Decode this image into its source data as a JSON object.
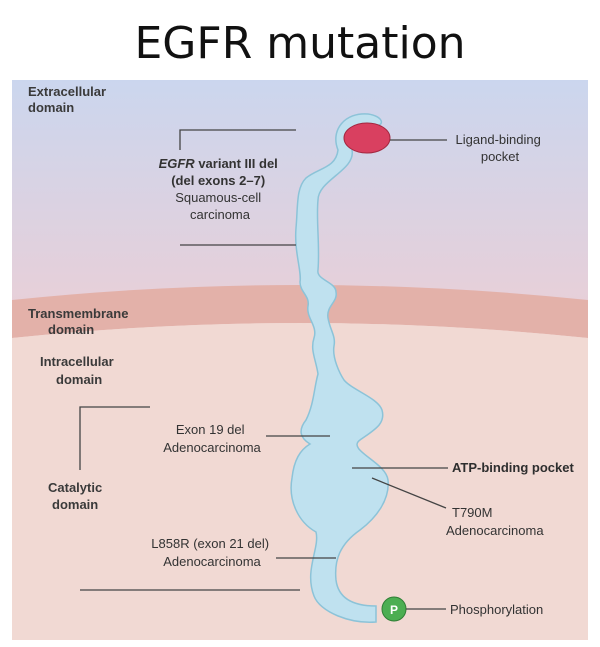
{
  "title": "EGFR mutation",
  "colors": {
    "extracellular_top": "#cbd6ee",
    "extracellular_bottom": "#e8cfd8",
    "membrane": "#e3b1a9",
    "intracellular": "#f1d9d3",
    "protein_fill": "#bfe1ef",
    "protein_stroke": "#8cc3d8",
    "ligand": "#d94060",
    "phospho": "#4cae52"
  },
  "regions": {
    "extracellular": [
      "Extracellular",
      "domain"
    ],
    "transmembrane": [
      "Transmembrane",
      "domain"
    ],
    "intracellular": [
      "Intracellular",
      "domain"
    ],
    "catalytic": [
      "Catalytic",
      "domain"
    ]
  },
  "labels": {
    "egfr_variant": {
      "line1_italic": "EGFR",
      "line1_rest": " variant III del",
      "line2": "(del exons 2–7)",
      "line3": "Squamous-cell",
      "line4": "carcinoma"
    },
    "ligand_pocket": [
      "Ligand-binding",
      "pocket"
    ],
    "exon19": {
      "bold": "Exon 19 del",
      "normal": "Adenocarcinoma"
    },
    "atp_pocket": "ATP-binding pocket",
    "t790m": {
      "bold": "T790M",
      "normal": "Adenocarcinoma"
    },
    "l858r": {
      "bold": "L858R (exon 21 del)",
      "normal": "Adenocarcinoma"
    },
    "phosphorylation": "Phosphorylation",
    "phospho_symbol": "P"
  }
}
